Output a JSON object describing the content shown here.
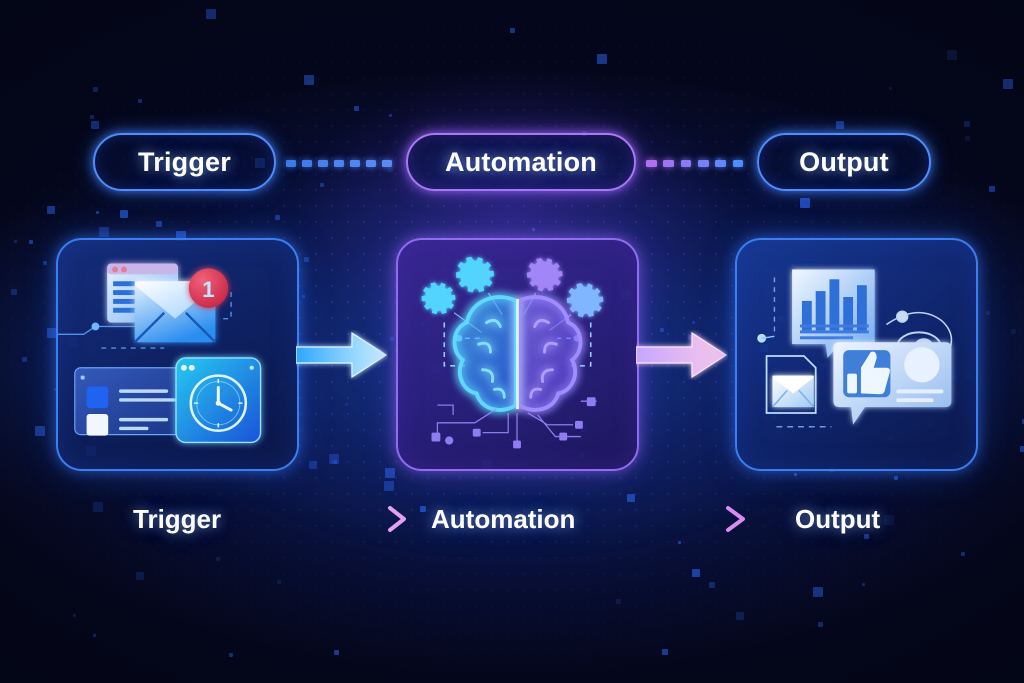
{
  "theme": {
    "background": "#070b2e",
    "accent_blue": "#4f8dff",
    "accent_purple": "#a878f5",
    "accent_cyan": "#5fd8ff",
    "accent_pink": "#f0a8e8",
    "badge_red": "#d43a52",
    "text_color": "#ffffff"
  },
  "pills": [
    {
      "label": "Trigger",
      "accent": "#4f8dff"
    },
    {
      "label": "Automation",
      "accent": "#a878f5"
    },
    {
      "label": "Output",
      "accent": "#4f8dff"
    }
  ],
  "connectors": {
    "top": [
      {
        "name": "dashed-link-trigger-to-automation",
        "style": "dashed",
        "color_from": "#3b7ae8",
        "color_to": "#5b8cf5"
      },
      {
        "name": "dashed-link-automation-to-output",
        "style": "dashed",
        "color_from": "#b06ef0",
        "color_to": "#4f8dff"
      }
    ],
    "middle": [
      {
        "name": "block-arrow-trigger-to-automation",
        "style": "solid-block",
        "color_from": "#2fa6ff",
        "color_to": "#c9f0ff"
      },
      {
        "name": "block-arrow-automation-to-output",
        "style": "solid-block",
        "color_from": "#c9a8ff",
        "color_to": "#f7c4e8"
      }
    ],
    "bottom": [
      {
        "name": "dashed-arrow-trigger-to-automation",
        "style": "dashed-arrow",
        "color_from": "#3b7ae8",
        "color_to": "#d48cf0"
      },
      {
        "name": "dashed-arrow-automation-to-output",
        "style": "dashed-arrow",
        "color_from": "#b06ef0",
        "color_to": "#d48cf0"
      }
    ]
  },
  "cards": [
    {
      "id": "trigger",
      "accent": "#3c7ef0",
      "icons": [
        "browser-window-icon",
        "envelope-icon",
        "notification-badge",
        "form-card-icon",
        "clock-icon",
        "circuit-trace"
      ],
      "badge_count": "1"
    },
    {
      "id": "automation",
      "accent": "#8f6cf0",
      "icons": [
        "brain-icon",
        "gear-icon",
        "circuit-trace",
        "node-dot"
      ],
      "gear_count": "4"
    },
    {
      "id": "output",
      "accent": "#3c7ef0",
      "icons": [
        "bar-chart-document-icon",
        "envelope-folder-icon",
        "thumbs-up-icon",
        "speech-bubble-icon",
        "profile-card-icon",
        "share-network-icon",
        "circuit-trace"
      ],
      "chart_bars": "5"
    }
  ],
  "captions": [
    {
      "label": "Trigger"
    },
    {
      "label": "Automation"
    },
    {
      "label": "Output"
    }
  ]
}
